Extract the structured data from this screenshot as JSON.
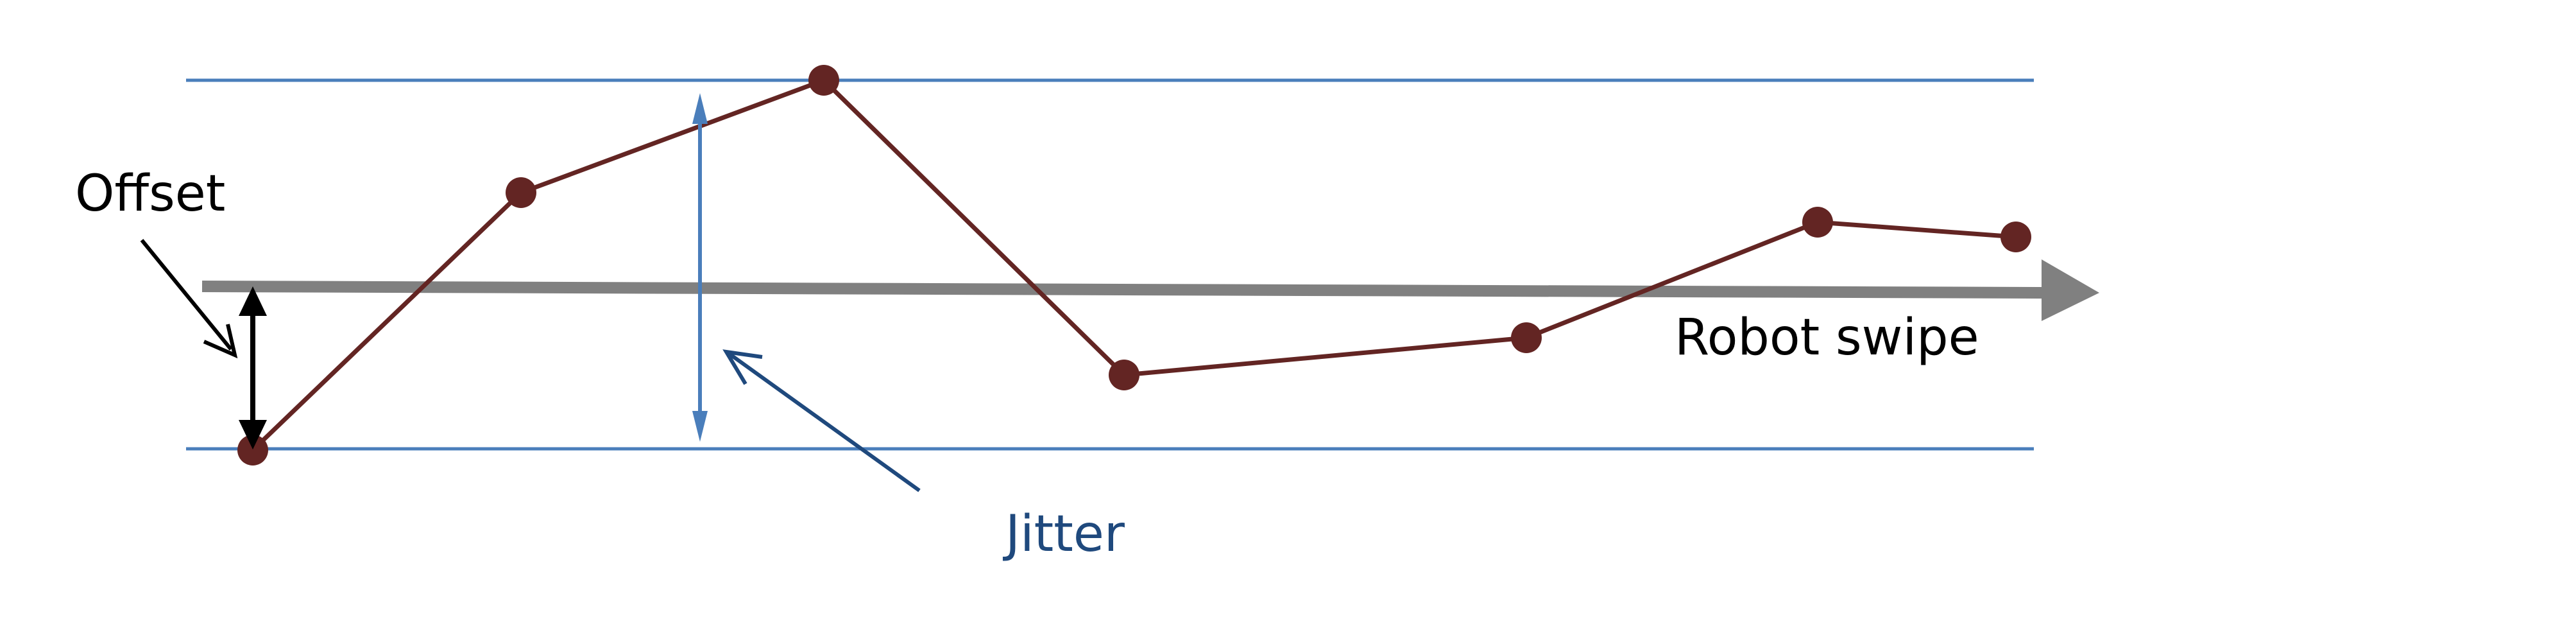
{
  "labels": {
    "offset": "Offset",
    "jitter": "Jitter",
    "robot_swipe": "Robot swipe"
  },
  "colors": {
    "bound_line": "#4a7ebb",
    "swipe_arrow": "#808080",
    "trace_line": "#632523",
    "trace_point": "#632523",
    "offset_arrow": "#000000",
    "jitter_label": "#1f497d",
    "jitter_arrow": "#1f497d",
    "background": "#ffffff"
  }
}
